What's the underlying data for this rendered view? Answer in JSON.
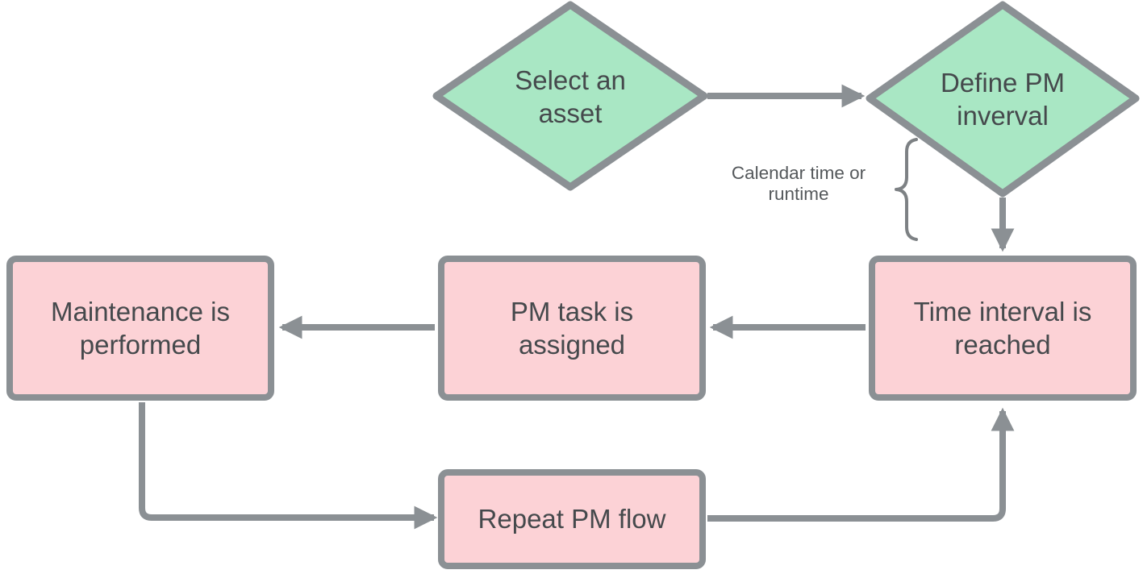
{
  "colors": {
    "node_green": "#a9e7c4",
    "node_pink": "#fcd2d6",
    "stroke_gray": "#8b9094",
    "text_dark": "#45494c"
  },
  "nodes": {
    "select_asset": {
      "shape": "diamond",
      "label": "Select an asset",
      "lines": [
        "Select an",
        "asset"
      ]
    },
    "define_pm_interval": {
      "shape": "diamond",
      "label": "Define PM inverval",
      "lines": [
        "Define PM",
        "inverval"
      ]
    },
    "maintenance_performed": {
      "shape": "rect",
      "label": "Maintenance is performed",
      "lines": [
        "Maintenance is",
        "performed"
      ]
    },
    "pm_task_assigned": {
      "shape": "rect",
      "label": "PM task is assigned",
      "lines": [
        "PM task is",
        "assigned"
      ]
    },
    "time_interval_reached": {
      "shape": "rect",
      "label": "Time interval is reached",
      "lines": [
        "Time interval is",
        "reached"
      ]
    },
    "repeat_pm_flow": {
      "shape": "rect",
      "label": "Repeat PM flow",
      "lines": [
        "Repeat PM flow"
      ]
    }
  },
  "annotation": {
    "label": "Calendar time or runtime"
  },
  "edges": [
    {
      "from": "select_asset",
      "to": "define_pm_interval",
      "direction": "right"
    },
    {
      "from": "define_pm_interval",
      "to": "time_interval_reached",
      "direction": "down"
    },
    {
      "from": "time_interval_reached",
      "to": "pm_task_assigned",
      "direction": "left"
    },
    {
      "from": "pm_task_assigned",
      "to": "maintenance_performed",
      "direction": "left"
    },
    {
      "from": "maintenance_performed",
      "to": "repeat_pm_flow",
      "direction": "down-right"
    },
    {
      "from": "repeat_pm_flow",
      "to": "time_interval_reached",
      "direction": "right-up"
    }
  ]
}
